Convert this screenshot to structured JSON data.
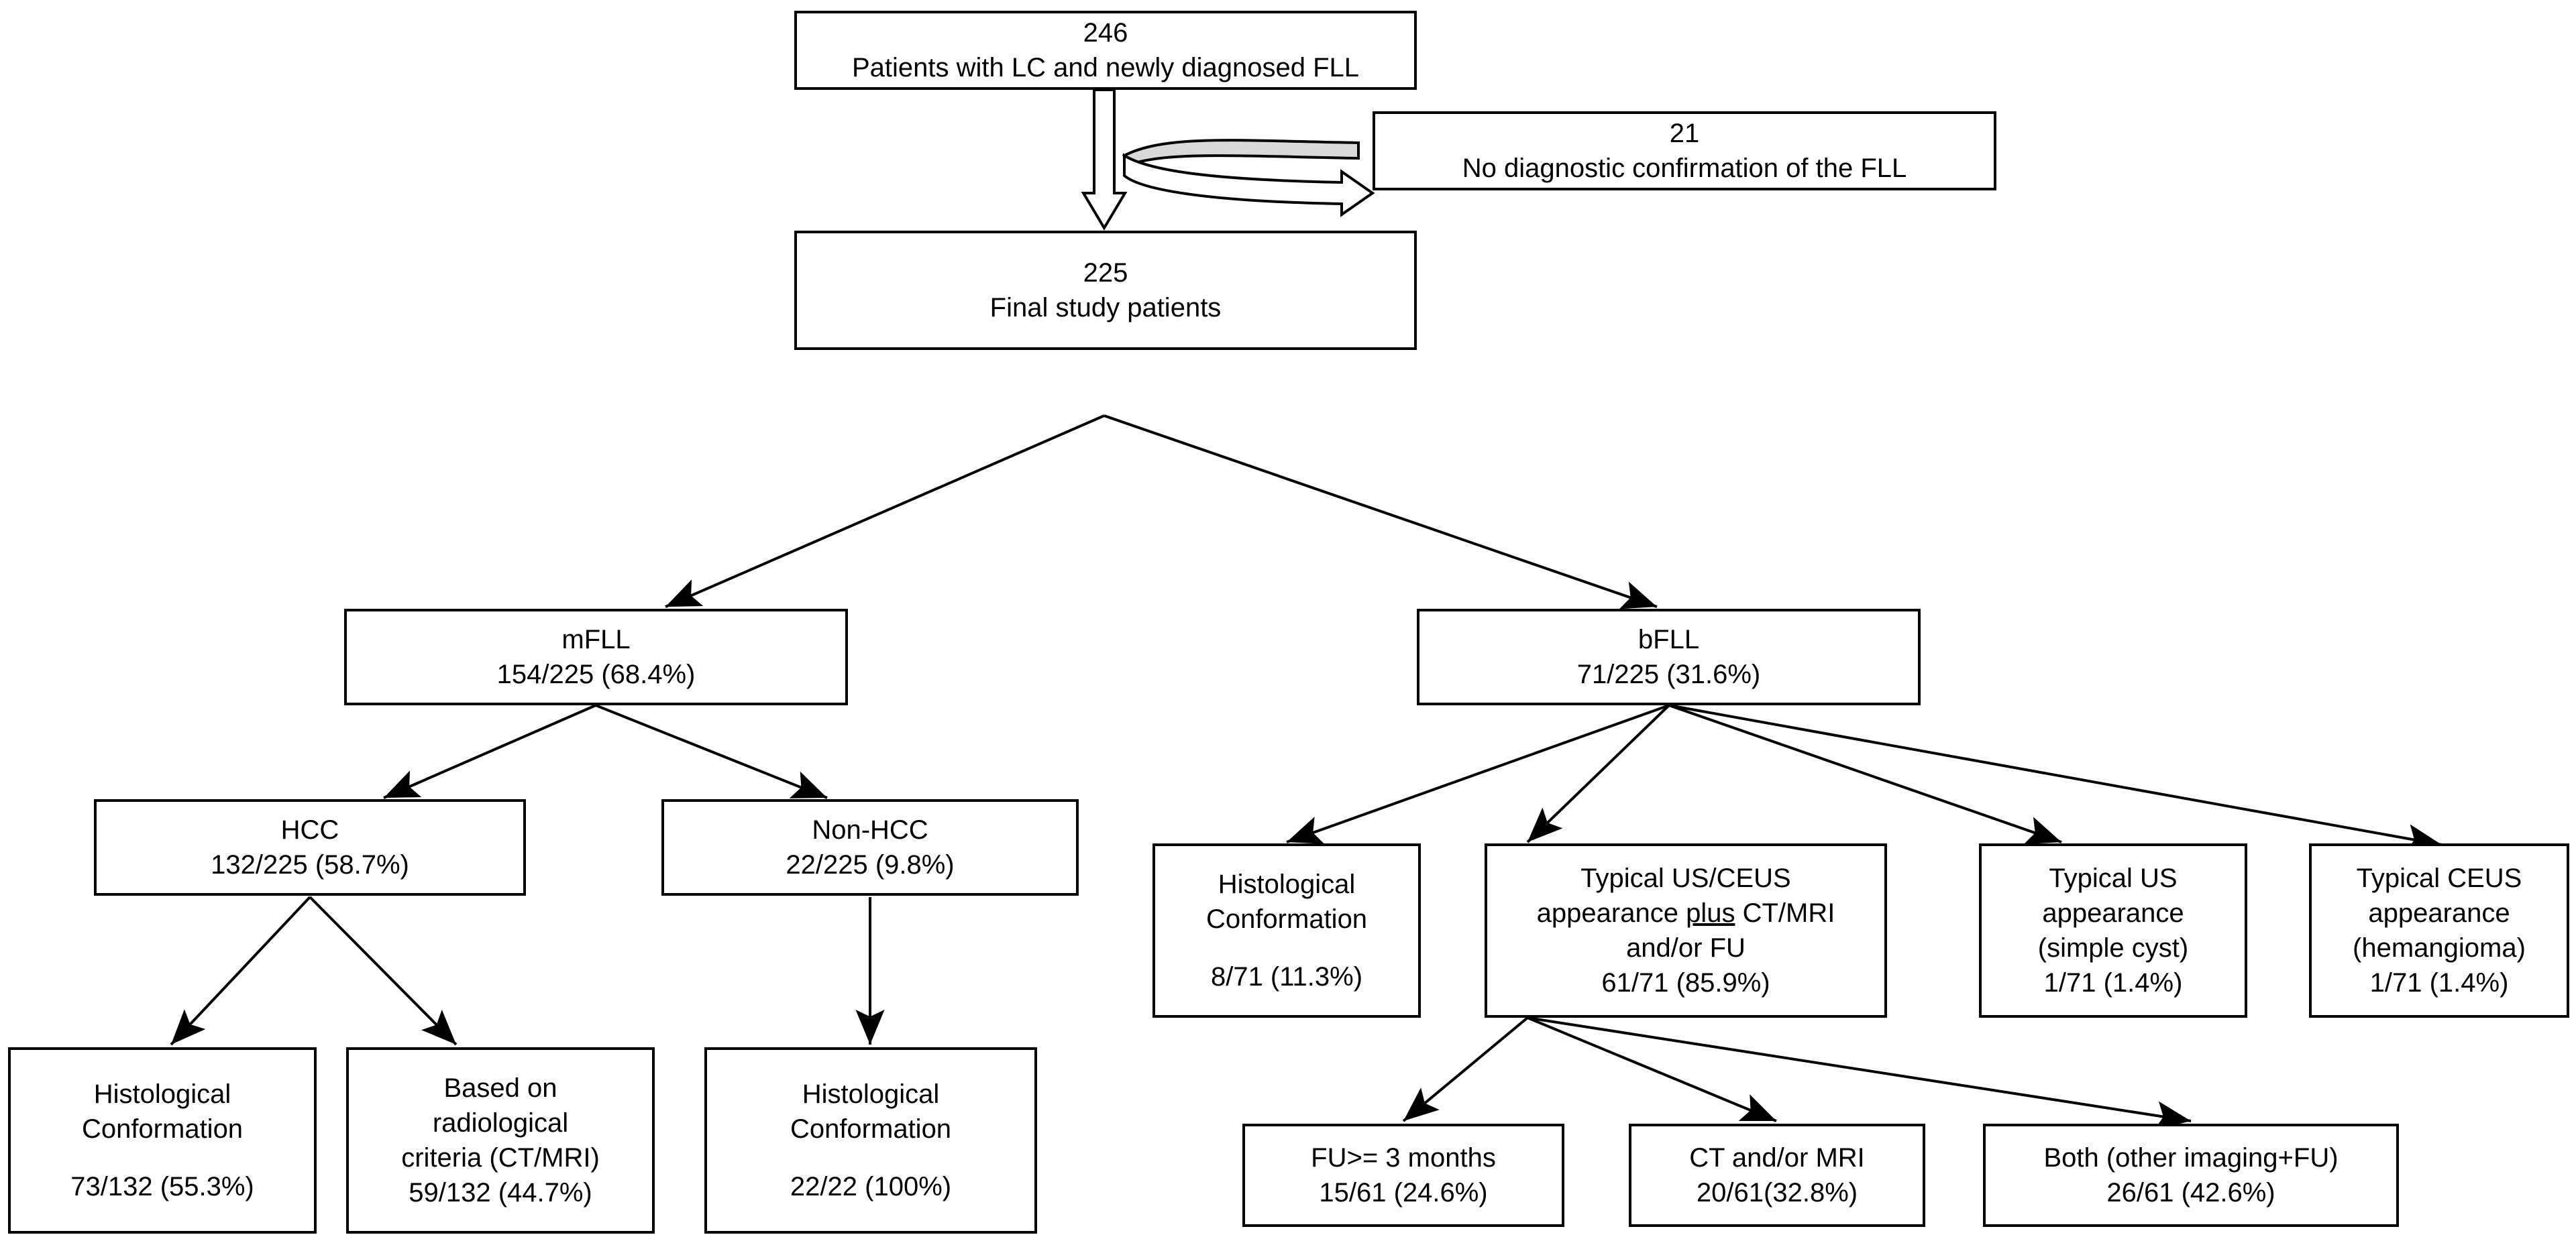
{
  "diagram": {
    "type": "flowchart",
    "title": "Patient flow diagram of liver cirrhosis with newly diagnosed focal liver lesions",
    "colors": {
      "box_border": "#000000",
      "background": "#ffffff",
      "arrow": "#000000",
      "block_arrow_fill": "#d9d9d9"
    }
  },
  "nodes": {
    "total": {
      "count": "246",
      "label": "Patients with LC and newly diagnosed FLL"
    },
    "excluded": {
      "count": "21",
      "label": "No diagnostic confirmation of the FLL"
    },
    "final": {
      "count": "225",
      "label": "Final study patients"
    },
    "mfll": {
      "label": "mFLL",
      "value": "154/225 (68.4%)"
    },
    "bfll": {
      "label": "bFLL",
      "value": "71/225 (31.6%)"
    },
    "hcc": {
      "label": "HCC",
      "value": "132/225 (58.7%)"
    },
    "nonhcc": {
      "label": "Non-HCC",
      "value": "22/225 (9.8%)"
    },
    "hcc_histo": {
      "line1": "Histological",
      "line2": "Conformation",
      "value": "73/132 (55.3%)"
    },
    "hcc_radio": {
      "line1": "Based on",
      "line2": "radiological",
      "line3": "criteria (CT/MRI)",
      "value": "59/132 (44.7%)"
    },
    "nonhcc_histo": {
      "line1": "Histological",
      "line2": "Conformation",
      "value": "22/22 (100%)"
    },
    "bfll_histo": {
      "line1": "Histological",
      "line2": "Conformation",
      "value": "8/71 (11.3%)"
    },
    "bfll_typical_usceus": {
      "line1": "Typical US/CEUS",
      "line2_pre": "appearance ",
      "line2_underlined": "plus",
      "line2_post": " CT/MRI",
      "line3": "and/or FU",
      "value": "61/71 (85.9%)"
    },
    "bfll_typical_us": {
      "line1": "Typical US",
      "line2": "appearance",
      "line3": "(simple cyst)",
      "value": "1/71 (1.4%)"
    },
    "bfll_typical_ceus": {
      "line1": "Typical CEUS",
      "line2": "appearance",
      "line3": "(hemangioma)",
      "value": "1/71 (1.4%)"
    },
    "fu_3months": {
      "label": "FU>= 3 months",
      "value": "15/61 (24.6%)"
    },
    "ct_mri": {
      "label": "CT and/or MRI",
      "value": "20/61(32.8%)"
    },
    "both_imaging_fu": {
      "label": "Both (other imaging+FU)",
      "value": "26/61 (42.6%)"
    }
  },
  "chart_data": {
    "type": "diagram",
    "title": "Patient flow: liver cirrhosis with newly diagnosed focal liver lesions",
    "nodes": [
      {
        "id": "total",
        "text": "246 Patients with LC and newly diagnosed FLL",
        "value": 246
      },
      {
        "id": "excluded",
        "text": "21 No diagnostic confirmation of the FLL",
        "value": 21
      },
      {
        "id": "final",
        "text": "225 Final study patients",
        "value": 225
      },
      {
        "id": "mfll",
        "text": "mFLL 154/225 (68.4%)",
        "value": 154,
        "denominator": 225,
        "percent": 68.4
      },
      {
        "id": "bfll",
        "text": "bFLL 71/225 (31.6%)",
        "value": 71,
        "denominator": 225,
        "percent": 31.6
      },
      {
        "id": "hcc",
        "text": "HCC 132/225 (58.7%)",
        "value": 132,
        "denominator": 225,
        "percent": 58.7
      },
      {
        "id": "nonhcc",
        "text": "Non-HCC 22/225 (9.8%)",
        "value": 22,
        "denominator": 225,
        "percent": 9.8
      },
      {
        "id": "hcc_histo",
        "text": "Histological Conformation 73/132 (55.3%)",
        "value": 73,
        "denominator": 132,
        "percent": 55.3
      },
      {
        "id": "hcc_radio",
        "text": "Based on radiological criteria (CT/MRI) 59/132 (44.7%)",
        "value": 59,
        "denominator": 132,
        "percent": 44.7
      },
      {
        "id": "nonhcc_histo",
        "text": "Histological Conformation 22/22 (100%)",
        "value": 22,
        "denominator": 22,
        "percent": 100
      },
      {
        "id": "bfll_histo",
        "text": "Histological Conformation 8/71 (11.3%)",
        "value": 8,
        "denominator": 71,
        "percent": 11.3
      },
      {
        "id": "bfll_typical_usceus",
        "text": "Typical US/CEUS appearance plus CT/MRI and/or FU 61/71 (85.9%)",
        "value": 61,
        "denominator": 71,
        "percent": 85.9
      },
      {
        "id": "bfll_typical_us",
        "text": "Typical US appearance (simple cyst) 1/71 (1.4%)",
        "value": 1,
        "denominator": 71,
        "percent": 1.4
      },
      {
        "id": "bfll_typical_ceus",
        "text": "Typical CEUS appearance (hemangioma) 1/71 (1.4%)",
        "value": 1,
        "denominator": 71,
        "percent": 1.4
      },
      {
        "id": "fu_3months",
        "text": "FU>= 3 months 15/61 (24.6%)",
        "value": 15,
        "denominator": 61,
        "percent": 24.6
      },
      {
        "id": "ct_mri",
        "text": "CT and/or MRI 20/61(32.8%)",
        "value": 20,
        "denominator": 61,
        "percent": 32.8
      },
      {
        "id": "both_imaging_fu",
        "text": "Both (other imaging+FU) 26/61 (42.6%)",
        "value": 26,
        "denominator": 61,
        "percent": 42.6
      }
    ],
    "edges": [
      {
        "from": "total",
        "to": "final",
        "style": "hollow-block-arrow"
      },
      {
        "from": "total",
        "to": "excluded",
        "style": "bent-block-arrow"
      },
      {
        "from": "final",
        "to": "mfll",
        "style": "line-arrow"
      },
      {
        "from": "final",
        "to": "bfll",
        "style": "line-arrow"
      },
      {
        "from": "mfll",
        "to": "hcc",
        "style": "line-arrow"
      },
      {
        "from": "mfll",
        "to": "nonhcc",
        "style": "line-arrow"
      },
      {
        "from": "hcc",
        "to": "hcc_histo",
        "style": "line-arrow"
      },
      {
        "from": "hcc",
        "to": "hcc_radio",
        "style": "line-arrow"
      },
      {
        "from": "nonhcc",
        "to": "nonhcc_histo",
        "style": "line-arrow"
      },
      {
        "from": "bfll",
        "to": "bfll_histo",
        "style": "line-arrow"
      },
      {
        "from": "bfll",
        "to": "bfll_typical_usceus",
        "style": "line-arrow"
      },
      {
        "from": "bfll",
        "to": "bfll_typical_us",
        "style": "line-arrow"
      },
      {
        "from": "bfll",
        "to": "bfll_typical_ceus",
        "style": "line-arrow"
      },
      {
        "from": "bfll_typical_usceus",
        "to": "fu_3months",
        "style": "line-arrow"
      },
      {
        "from": "bfll_typical_usceus",
        "to": "ct_mri",
        "style": "line-arrow"
      },
      {
        "from": "bfll_typical_usceus",
        "to": "both_imaging_fu",
        "style": "line-arrow"
      }
    ]
  }
}
